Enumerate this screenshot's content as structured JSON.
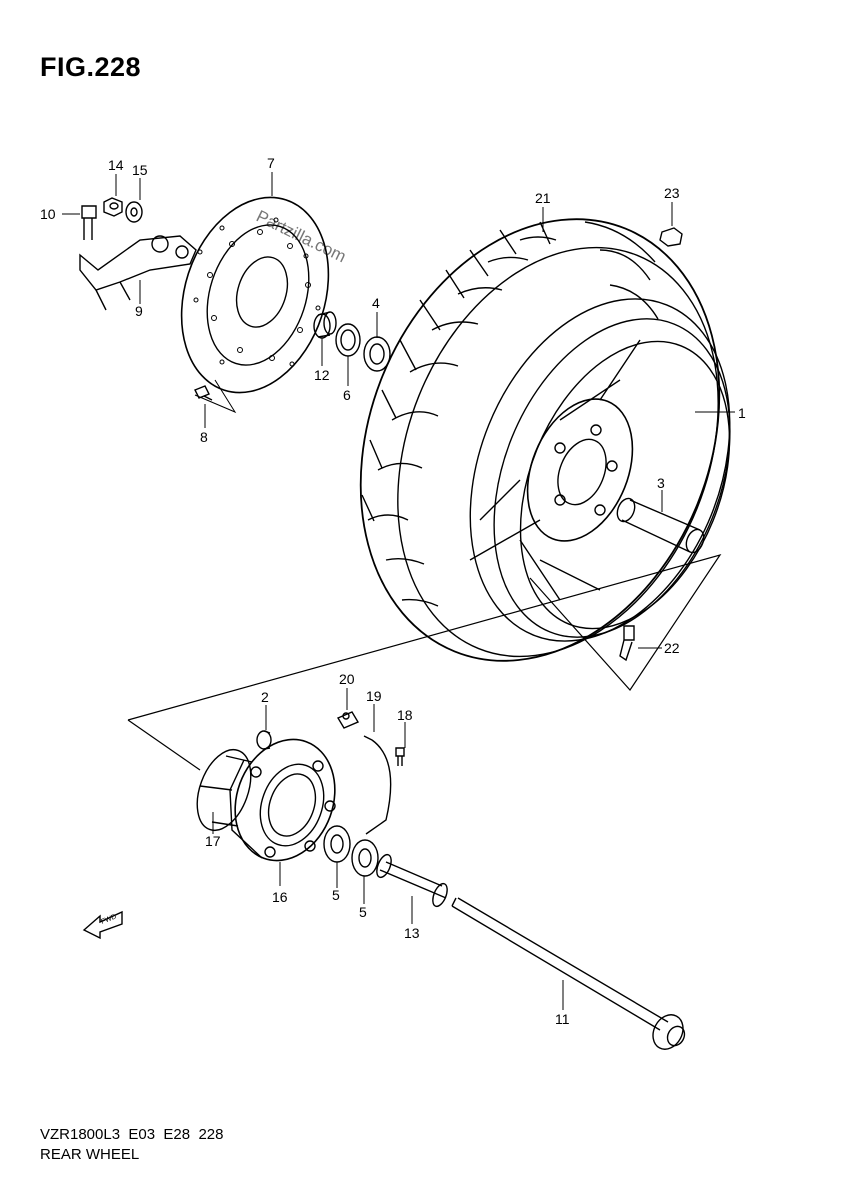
{
  "figure": {
    "title": "FIG.228"
  },
  "footer": {
    "line1": "VZR1800L3  E03  E28  228",
    "line2": "REAR WHEEL"
  },
  "watermark": "Partzilla.com",
  "fwd_label": "FWD",
  "callouts": [
    "1",
    "2",
    "3",
    "4",
    "5",
    "5",
    "6",
    "7",
    "8",
    "9",
    "10",
    "11",
    "12",
    "13",
    "14",
    "15",
    "16",
    "17",
    "18",
    "19",
    "20",
    "21",
    "22",
    "23"
  ]
}
